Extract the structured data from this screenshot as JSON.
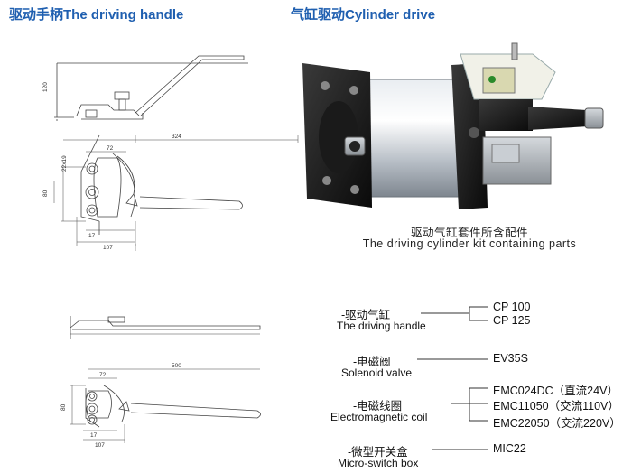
{
  "headings": {
    "left": "驱动手柄The driving handle",
    "right": "气缸驱动Cylinder drive"
  },
  "caption": {
    "cn": "驱动气缸套件所含配件",
    "en": "The driving cylinder kit containing parts"
  },
  "drawing_top": {
    "height": "120",
    "length": "324",
    "offset": "72",
    "hole": "22x19",
    "width": "80",
    "small": "17",
    "base": "107"
  },
  "drawing_bottom": {
    "length": "500",
    "offset": "72",
    "width": "80",
    "small": "17",
    "base": "107"
  },
  "parts": [
    {
      "cn": "-驱动气缸",
      "en": "The driving handle",
      "models": [
        "CP 100",
        "CP 125"
      ]
    },
    {
      "cn": "-电磁阀",
      "en": "Solenoid valve",
      "models": [
        "EV35S"
      ]
    },
    {
      "cn": "-电磁线圈",
      "en": "Electromagnetic coil",
      "models": [
        "EMC024DC（直流24V）",
        "EMC11050（交流110V）",
        "EMC22050（交流220V）"
      ]
    },
    {
      "cn": "-微型开关盒",
      "en": "Micro-switch box",
      "models": [
        "MIC22"
      ]
    }
  ]
}
